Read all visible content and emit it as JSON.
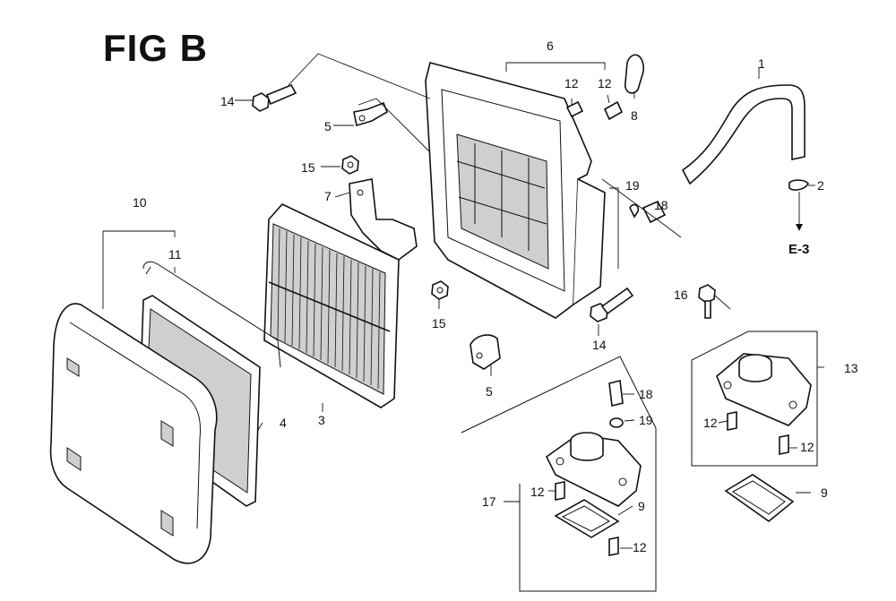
{
  "figure": {
    "title": "FIG B"
  },
  "callouts": {
    "c1": "1",
    "c2": "2",
    "c3": "3",
    "c4": "4",
    "c5a": "5",
    "c5b": "5",
    "c6": "6",
    "c7": "7",
    "c8": "8",
    "c9a": "9",
    "c9b": "9",
    "c10": "10",
    "c11": "11",
    "c12a": "12",
    "c12b": "12",
    "c12c": "12",
    "c12d": "12",
    "c12e": "12",
    "c12f": "12",
    "c13": "13",
    "c14a": "14",
    "c14b": "14",
    "c15a": "15",
    "c15b": "15",
    "c16": "16",
    "c17": "17",
    "c18a": "18",
    "c18b": "18",
    "c19a": "19",
    "c19b": "19"
  },
  "reference": {
    "label": "E-3"
  }
}
